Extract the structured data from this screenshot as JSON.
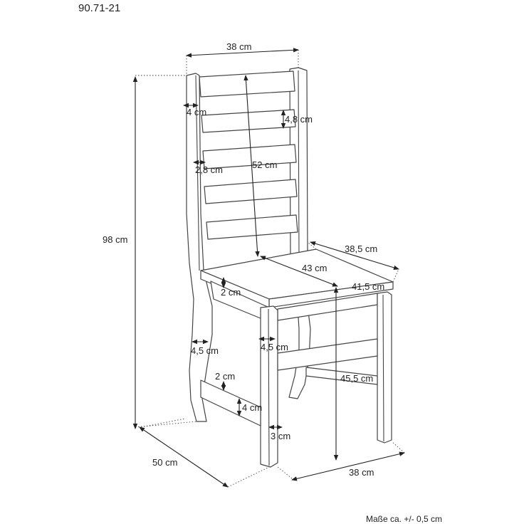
{
  "header": {
    "product_code": "90.71-21"
  },
  "dimensions": {
    "top_width": "38 cm",
    "post_width": "4 cm",
    "slat_height": "4,8 cm",
    "slat_depth": "2,8 cm",
    "back_height": "52 cm",
    "total_height": "98 cm",
    "seat_depth_side": "38,5 cm",
    "seat_diagonal": "43 cm",
    "seat_front_width": "41,5 cm",
    "seat_thickness": "2 cm",
    "rear_leg": "4,5 cm",
    "front_leg": "4,5 cm",
    "stretcher_thickness": "2 cm",
    "stretcher_height": "4 cm",
    "leg_gap": "3 cm",
    "seat_height": "45,5 cm",
    "base_depth": "50 cm",
    "base_width": "38 cm"
  },
  "footer": {
    "tolerance_note": "Maße ca. +/- 0,5 cm"
  }
}
